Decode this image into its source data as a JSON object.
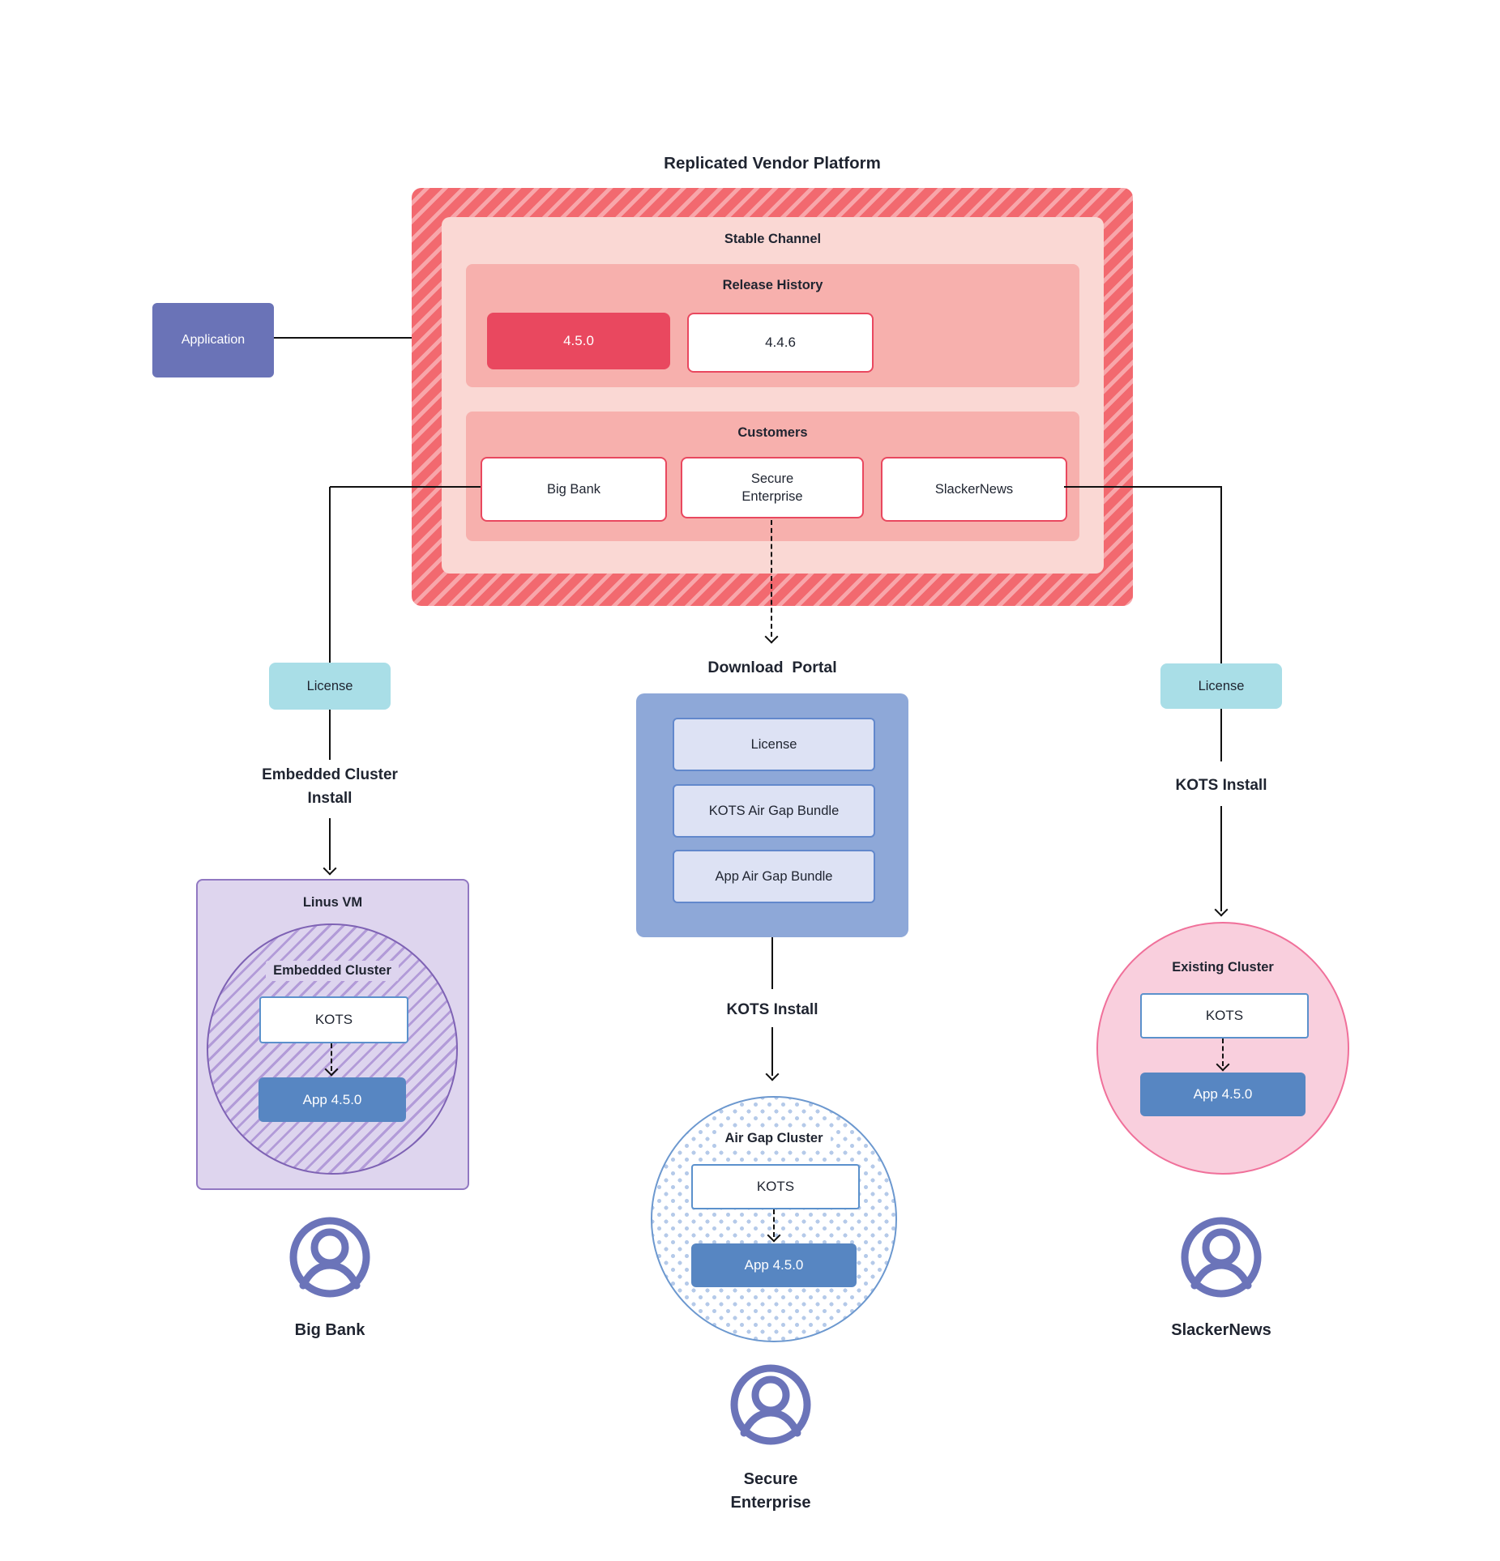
{
  "title": "Replicated Vendor Platform",
  "application": {
    "label": "Application"
  },
  "platform": {
    "stable_channel_label": "Stable Channel",
    "release_history": {
      "label": "Release History",
      "current_version": "4.5.0",
      "previous_version": "4.4.6"
    },
    "customers": {
      "label": "Customers",
      "big_bank": "Big Bank",
      "secure_enterprise": "Secure Enterprise",
      "slacker_news": "SlackerNews"
    }
  },
  "big_bank_flow": {
    "license_label": "License",
    "install_label": "Embedded Cluster Install",
    "vm_label": "Linus VM",
    "cluster_label": "Embedded Cluster",
    "kots_label": "KOTS",
    "app_label": "App 4.5.0",
    "customer_name": "Big Bank"
  },
  "secure_enterprise_flow": {
    "portal_label": "Download  Portal",
    "portal_items": [
      "License",
      "KOTS Air Gap Bundle",
      "App Air Gap Bundle"
    ],
    "install_label": "KOTS Install",
    "cluster_label": "Air Gap Cluster",
    "kots_label": "KOTS",
    "app_label": "App 4.5.0",
    "customer_name": "Secure Enterprise"
  },
  "slacker_news_flow": {
    "license_label": "License",
    "install_label": "KOTS Install",
    "cluster_label": "Existing Cluster",
    "kots_label": "KOTS",
    "app_label": "App 4.5.0",
    "customer_name": "SlackerNews"
  },
  "colors": {
    "platform_hatch_red": "#F2696F",
    "platform_hatch_stripe": "#F8A6AA",
    "stable_channel_bg": "#FAD8D4",
    "section_band_bg": "#F7B0AD",
    "release_highlight_red": "#E9485F",
    "application_purple": "#6A73B7",
    "license_cyan": "#A9DEE7",
    "portal_blue": "#8EA8D8",
    "portal_item_bg": "#DDE2F4",
    "app_version_blue": "#5786C2",
    "vm_purple_bg": "#DED5EE",
    "embedded_cluster_stripe": "#B29BD8",
    "airgap_dot_blue": "#B5CAE9",
    "existing_cluster_pink": "#F9CFDD",
    "user_icon_purple": "#6B74B9",
    "connector_black": "#111111"
  }
}
